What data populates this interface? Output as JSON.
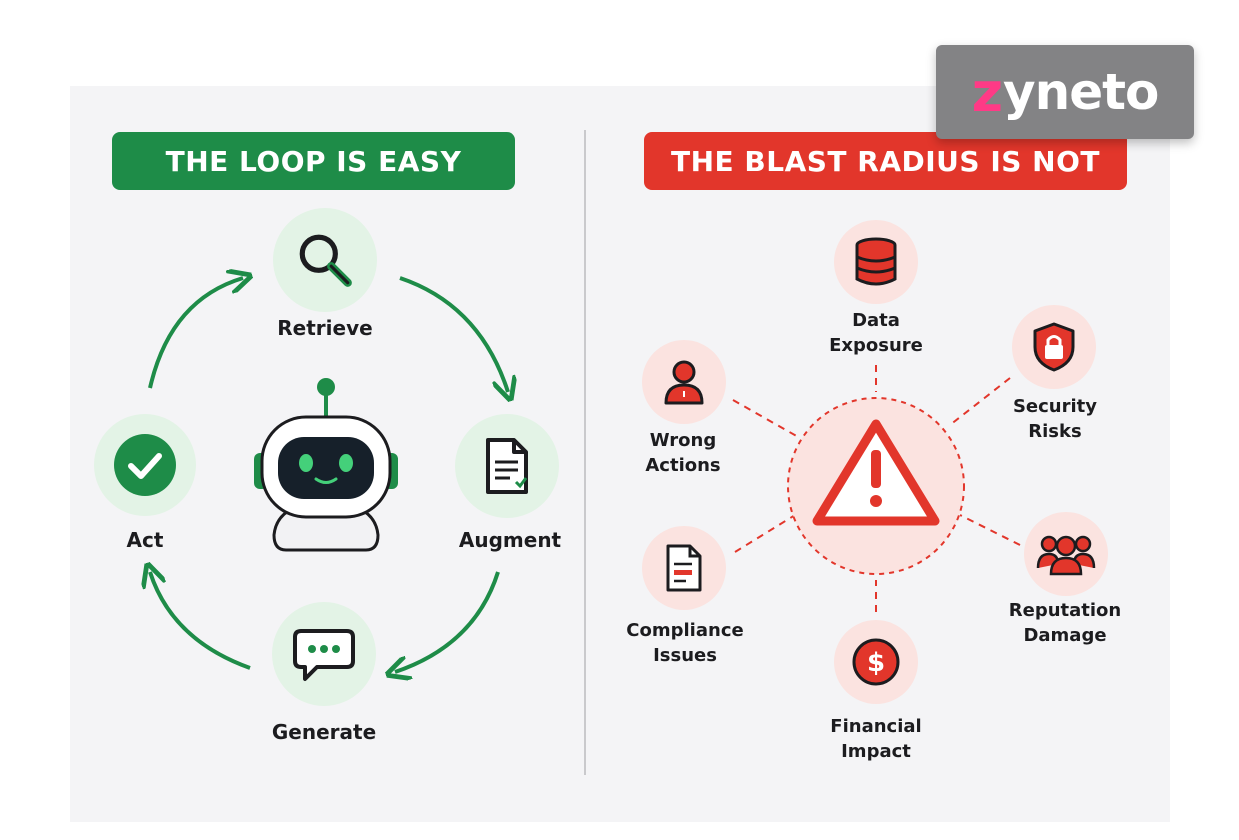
{
  "left": {
    "banner": "THE LOOP IS EASY",
    "steps": {
      "retrieve": "Retrieve",
      "augment": "Augment",
      "generate": "Generate",
      "act": "Act"
    }
  },
  "right": {
    "banner": "THE BLAST RADIUS IS NOT",
    "risks": {
      "data_exposure": [
        "Data",
        "Exposure"
      ],
      "security_risks": [
        "Security",
        "Risks"
      ],
      "reputation_damage": [
        "Reputation",
        "Damage"
      ],
      "financial_impact": [
        "Financial",
        "Impact"
      ],
      "compliance_issues": [
        "Compliance",
        "Issues"
      ],
      "wrong_actions": [
        "Wrong",
        "Actions"
      ]
    }
  },
  "brand": {
    "logo_first": "z",
    "logo_rest": "yneto"
  },
  "colors": {
    "green": "#1e8c48",
    "red": "#e2362b",
    "green_tint": "#e3f3e6",
    "red_tint": "#fbe3e0"
  },
  "icons": {
    "retrieve": "search-icon",
    "augment": "document-icon",
    "generate": "chat-bubble-icon",
    "act": "checkmark-icon",
    "center_left": "robot-icon",
    "center_right": "warning-icon",
    "data_exposure": "database-icon",
    "security_risks": "shield-lock-icon",
    "reputation_damage": "people-group-icon",
    "financial_impact": "dollar-icon",
    "compliance_issues": "document-icon",
    "wrong_actions": "person-icon"
  }
}
